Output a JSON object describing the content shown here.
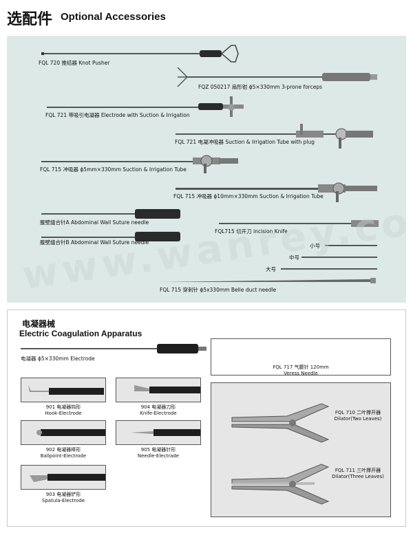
{
  "header": {
    "title_zh": "选配件",
    "title_en": "Optional Accessories"
  },
  "accessories": {
    "knot_pusher": "FQL 720 推结器 Knot Pusher",
    "forceps": "FQZ 050217 扇形钳 ϕ5×330mm 3-prone forceps",
    "electrode_suction": "FQL 721 带吸引电凝器 Electrode with Suction & Irrigation",
    "suction_tube_plug": "FQL 721 电凝冲吸器 Suction & Irrigation Tube with plug",
    "suction_tube_5mm": "FQL 715 冲吸器 ϕ5mm×330mm Suction & Irrigation Tube",
    "suction_tube_10mm": "FQL 715 冲吸器 ϕ10mm×330mm Suction & Irrigation Tube",
    "suture_needle_a": "腹壁缝合针A Abdominal Wall Suture needle",
    "suture_needle_b": "腹壁缝合针B Abdominal Wall Suture needle",
    "incision_knife": "FQL715 切开刀 incision Knife",
    "size_small": "小号",
    "size_medium": "中号",
    "size_large": "大号",
    "belle_needle": "FQL 715 穿刺针 ϕ5x330mm Belle duct needle"
  },
  "watermark": "www.wanrey.com",
  "electric": {
    "title_zh": "电凝器械",
    "title_en": "Electric Coagulation Apparatus",
    "electrode_label": "电凝器 ϕ5×330mm Electrode",
    "veress": {
      "zh": "FQL 717 气腹针 120mm",
      "en": "Veress Needle"
    },
    "dilator2": {
      "zh": "FQL 710 二叶撑开器",
      "en": "Dilator(Two Leaves)"
    },
    "dilator3": {
      "zh": "FQL 711 三叶撑开器",
      "en": "Dilator(Three Leaves)"
    },
    "tips": [
      {
        "zh": "901 电凝器钩形",
        "en": "Hook-Electrode"
      },
      {
        "zh": "904 电凝器刀形",
        "en": "Knife-Electrode"
      },
      {
        "zh": "902 电凝器棒形",
        "en": "Ballpoint-Electrode"
      },
      {
        "zh": "905 电凝器针形",
        "en": "Needle-Electrade"
      },
      {
        "zh": "903 电凝器铲形",
        "en": "Spatula-Electrode"
      }
    ]
  }
}
